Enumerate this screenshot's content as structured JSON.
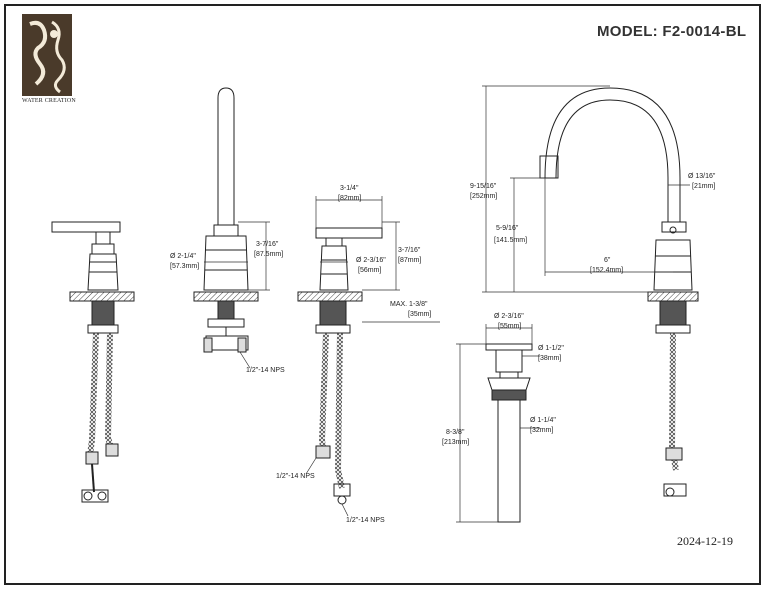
{
  "title": {
    "model": "MODEL: F2-0014-BL"
  },
  "logo": {
    "text": "WATER CREATION"
  },
  "date": "2024-12-19",
  "dims": {
    "spout_height_in": "3-7/16\"",
    "spout_height_mm": "[87.5mm]",
    "spout_dia_in": "Ø 2-1/4\"",
    "spout_dia_mm": "[57.3mm]",
    "handle_width_in": "3-1/4\"",
    "handle_width_mm": "[82mm]",
    "handle_height_in": "3-7/16\"",
    "handle_height_mm": "[87mm]",
    "handle_dia_in": "Ø 2-3/16\"",
    "handle_dia_mm": "[56mm]",
    "max_in": "MAX. 1-3/8\"",
    "max_mm": "[35mm]",
    "total_height_in": "9-15/16\"",
    "total_height_mm": "[252mm]",
    "spout_clear_in": "5-9/16\"",
    "spout_clear_mm": "[141.5mm]",
    "reach_in": "6\"",
    "reach_mm": "[152.4mm]",
    "tip_dia_in": "Ø 13/16\"",
    "tip_dia_mm": "[21mm]",
    "drain_top_in": "Ø 2-3/16\"",
    "drain_top_mm": "[55mm]",
    "drain_body_in": "Ø 1-1/2\"",
    "drain_body_mm": "[38mm]",
    "drain_len_in": "8-3/8\"",
    "drain_len_mm": "[213mm]",
    "tail_dia_in": "Ø 1-1/4\"",
    "tail_dia_mm": "[32mm]",
    "nps_1": "1/2\"-14 NPS",
    "nps_2": "1/2\"-14 NPS",
    "nps_3": "1/2\"-14 NPS"
  }
}
